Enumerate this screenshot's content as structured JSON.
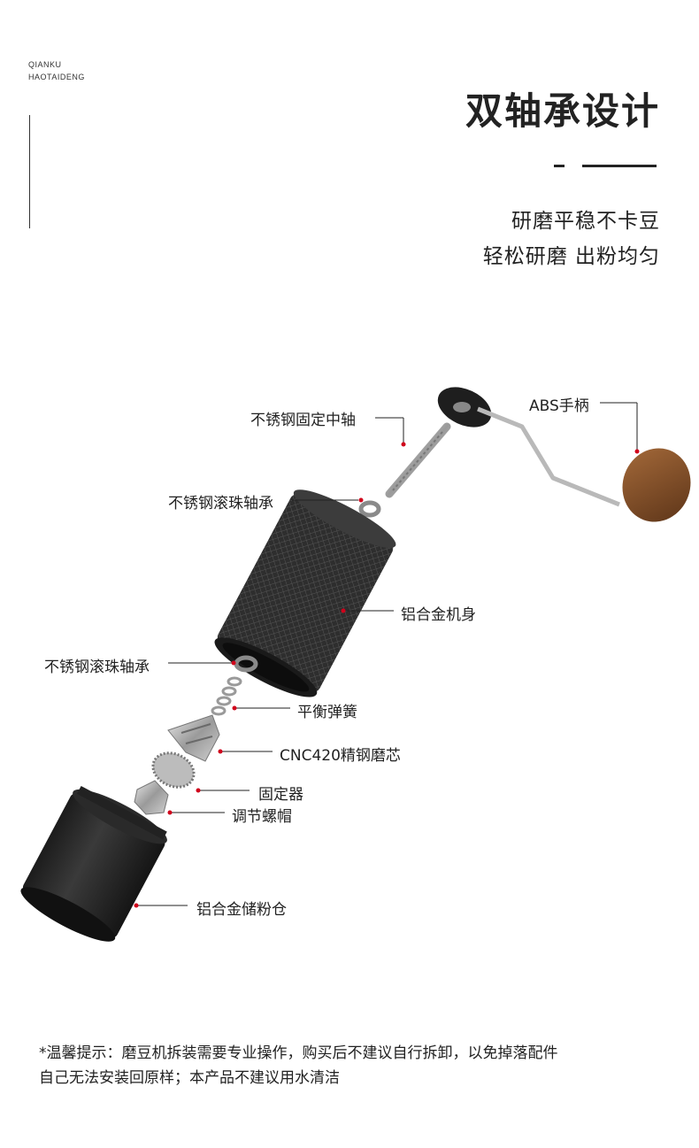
{
  "brand": {
    "line1": "QIANKU",
    "line2": "HAOTAIDENG"
  },
  "heading": {
    "title": "双轴承设计",
    "subtitle1": "研磨平稳不卡豆",
    "subtitle2": "轻松研磨 出粉均匀"
  },
  "parts": {
    "shaft": "不锈钢固定中轴",
    "handle": "ABS手柄",
    "bearing_top": "不锈钢滚珠轴承",
    "body": "铝合金机身",
    "bearing_bottom": "不锈钢滚珠轴承",
    "spring": "平衡弹簧",
    "burr": "CNC420精钢磨芯",
    "fixer": "固定器",
    "nut": "调节螺帽",
    "canister": "铝合金储粉仓"
  },
  "note": {
    "line1": "*温馨提示：磨豆机拆装需要专业操作，购买后不建议自行拆卸，以免掉落配件",
    "line2": "自己无法安装回原样；本产品不建议用水清洁"
  },
  "colors": {
    "marker": "#d0021b",
    "text": "#222222",
    "body": "#2b2b2b",
    "wood": "#7a4a24"
  }
}
